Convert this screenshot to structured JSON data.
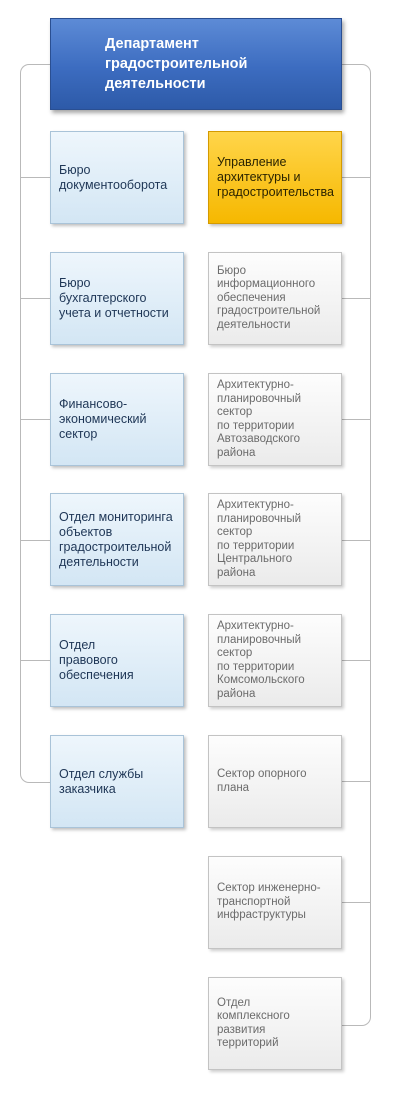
{
  "colors": {
    "head": "#3c6cc0",
    "blue_unit": "#d3e6f4",
    "highlight_unit": "#f6b800",
    "gray_unit": "#ebebeb",
    "connector": "#b9b9b9"
  },
  "head": {
    "label": "Департамент\nградостроительной\nдеятельности"
  },
  "left_units": [
    {
      "label": "Бюро\nдокументооборота"
    },
    {
      "label": "Бюро\nбухгалтерского\nучета и отчетности"
    },
    {
      "label": "Финансово-\nэкономический\nсектор"
    },
    {
      "label": "Отдел мониторинга\nобъектов\nградостроительной\nдеятельности"
    },
    {
      "label": "Отдел\nправового\nобеспечения"
    },
    {
      "label": "Отдел службы\nзаказчика"
    }
  ],
  "right_units": [
    {
      "label": "Управление\nархитектуры и\nградостроительства"
    },
    {
      "label": "Бюро\nинформационного\nобеспечения\nградостроительной\nдеятельности"
    },
    {
      "label": "Архитектурно-\nпланировочный\nсектор\nпо территории\nАвтозаводского\nрайона"
    },
    {
      "label": "Архитектурно-\nпланировочный\nсектор\nпо территории\nЦентрального\nрайона"
    },
    {
      "label": "Архитектурно-\nпланировочный\nсектор\nпо территории\nКомсомольского\nрайона"
    },
    {
      "label": "Сектор опорного\nплана"
    },
    {
      "label": "Сектор инженерно-\nтранспортной\nинфраструктуры"
    },
    {
      "label": "Отдел\nкомплексного\nразвития\nтерриторий"
    }
  ]
}
